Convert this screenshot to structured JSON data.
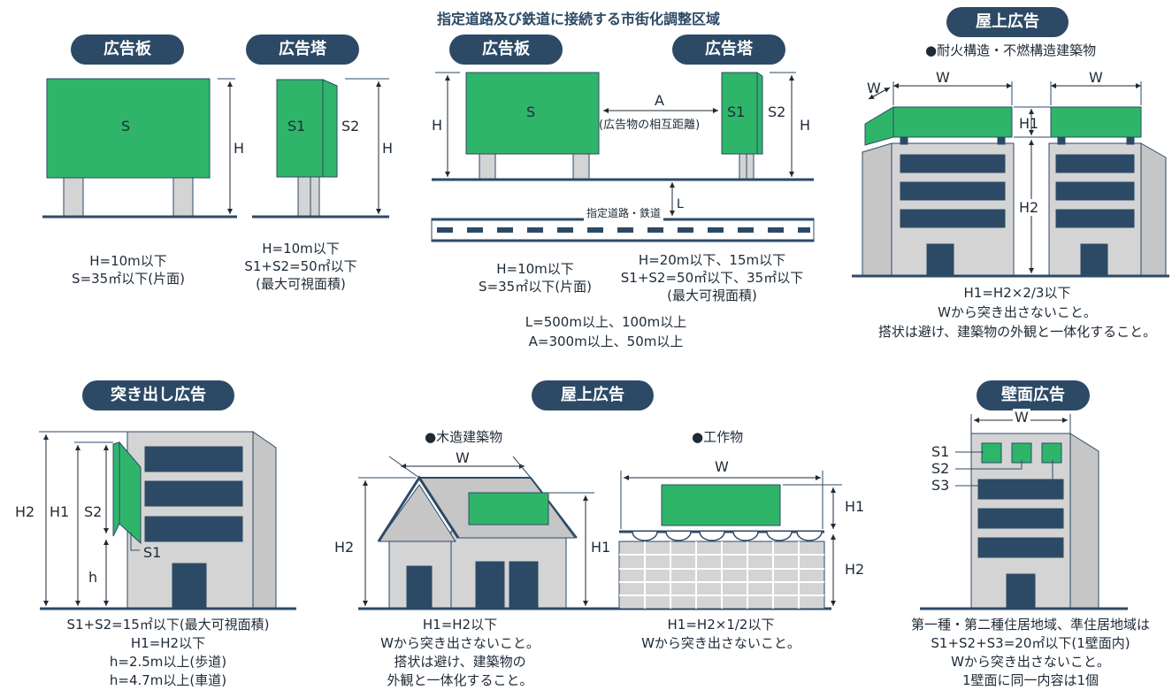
{
  "colors": {
    "green": "#2fb56a",
    "navy": "#2c4a66",
    "gray": "#d4d4d4",
    "line": "#2c4a66"
  },
  "title": "指定道路及び鉄道に接続する市街化調整区域",
  "p1": {
    "pill": "広告板",
    "S": "S",
    "H": "H",
    "note1": "H=10m以下",
    "note2": "S=35㎡以下(片面)"
  },
  "p2": {
    "pill": "広告塔",
    "S1": "S1",
    "S2": "S2",
    "H": "H",
    "note1": "H=10m以下",
    "note2": "S1+S2=50㎡以下",
    "note3": "(最大可視面積)"
  },
  "p3": {
    "pill_left": "広告板",
    "pill_right": "広告塔",
    "S": "S",
    "S1": "S1",
    "S2": "S2",
    "H_left": "H",
    "H_right": "H",
    "A": "A",
    "A_note": "(広告物の相互距離)",
    "road": "指定道路・鉄道",
    "L": "L",
    "left1": "H=10m以下",
    "left2": "S=35㎡以下(片面)",
    "right1": "H=20m以下、15m以下",
    "right2": "S1+S2=50㎡以下、35㎡以下",
    "right3": "(最大可視面積)",
    "bottom1": "L=500m以上、100m以上",
    "bottom2": "A=300m以上、50m以上"
  },
  "p4": {
    "pill": "屋上広告",
    "sub": "●耐火構造・不燃構造建築物",
    "W": "W",
    "W2": "W",
    "W3": "W",
    "H1": "H1",
    "H2": "H2",
    "note1": "H1=H2×2/3以下",
    "note2": "Wから突き出さないこと。",
    "note3": "搭状は避け、建築物の外観と一体化すること。"
  },
  "p5": {
    "pill": "突き出し広告",
    "H2": "H2",
    "H1": "H1",
    "S2": "S2",
    "S1": "S1",
    "h": "h",
    "note1": "S1+S2=15㎡以下(最大可視面積)",
    "note2": "H1=H2以下",
    "note3": "h=2.5m以上(歩道)",
    "note4": "h=4.7m以上(車道)"
  },
  "p6": {
    "pill": "屋上広告",
    "sub_left": "●木造建築物",
    "sub_right": "●工作物",
    "W_left": "W",
    "W_right": "W",
    "H2_left": "H2",
    "H1_left": "H1",
    "H1_right": "H1",
    "H2_right": "H2",
    "left1": "H1=H2以下",
    "left2": "Wから突き出さないこと。",
    "left3": "搭状は避け、建築物の",
    "left4": "外観と一体化すること。",
    "right1": "H1=H2×1/2以下",
    "right2": "Wから突き出さないこと。"
  },
  "p7": {
    "pill": "壁面広告",
    "W": "W",
    "S1": "S1",
    "S2": "S2",
    "S3": "S3",
    "note1": "第一種・第二種住居地域、準住居地域は",
    "note2": "S1+S2+S3=20㎡以下(1壁面内)",
    "note3": "Wから突き出さないこと。",
    "note4": "1壁面に同一内容は1個"
  }
}
